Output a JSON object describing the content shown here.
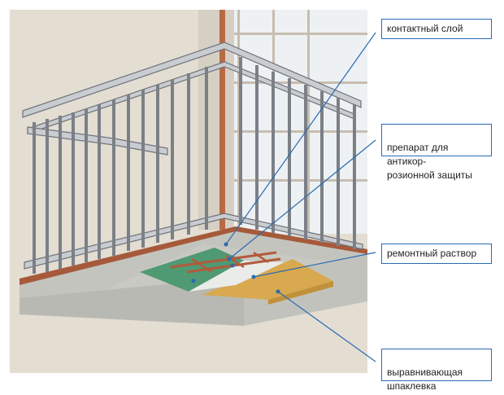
{
  "colors": {
    "accent": "#2a6bb3",
    "background_panel": "#e3ddd2",
    "wall": "#dcd6cb",
    "rail": "#c9ccd0",
    "rail_edge": "#6e737a",
    "slab_edge": "#a65a3a",
    "green_layer": "#4f9a73",
    "yellow_layer": "#d8a94f",
    "concrete": "#cfcfc9"
  },
  "callouts": [
    {
      "id": "contact-layer",
      "text": "контактный слой"
    },
    {
      "id": "anticorrosion",
      "text": "препарат для антикор-\nрозионной защиты"
    },
    {
      "id": "repair-mortar",
      "text": "ремонтный раствор"
    },
    {
      "id": "leveling-putty",
      "text": "выравнивающая\nшпаклевка"
    }
  ]
}
